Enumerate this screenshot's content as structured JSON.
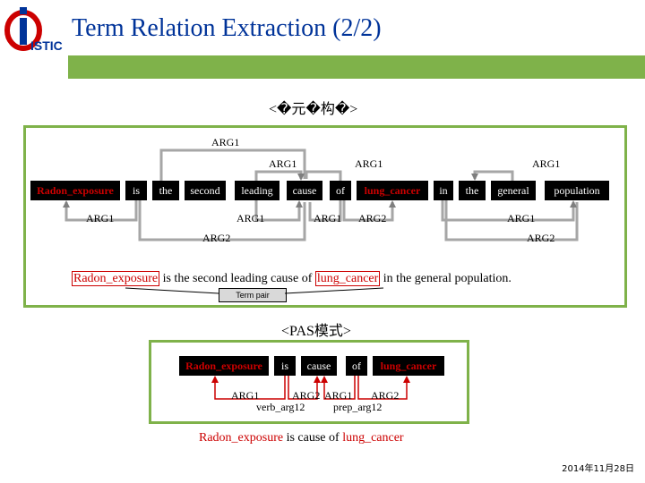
{
  "title": "Term Relation Extraction (2/2)",
  "logo": {
    "text": "ISTIC",
    "color_primary": "#cc0000",
    "color_secondary": "#003399"
  },
  "colors": {
    "accent_green": "#7fb24a",
    "term_red": "#cc0000",
    "title_blue": "#003399"
  },
  "section1": {
    "heading": "<�元�构�>",
    "words": [
      "Radon_exposure",
      "is",
      "the",
      "second",
      "leading",
      "cause",
      "of",
      "lung_cancer",
      "in",
      "the",
      "general",
      "population"
    ],
    "labels": {
      "top_arg1_long": "ARG1",
      "top_arg1_leading": "ARG1",
      "top_arg1_of": "ARG1",
      "top_arg1_general": "ARG1",
      "bottom_arg1_is": "ARG1",
      "bottom_arg1_leading": "ARG1",
      "bottom_arg1_of": "ARG1",
      "bottom_arg2_of": "ARG2",
      "bottom_arg1_in": "ARG1",
      "bottom_arg2_is": "ARG2",
      "bottom_arg2_in": "ARG2"
    },
    "sentence": {
      "term1": "Radon_exposure",
      "mid": " is the second leading cause of ",
      "term2": "lung_cancer",
      "end": " in the general population."
    },
    "term_pair": "Term pair"
  },
  "section2": {
    "heading": "<PAS模式>",
    "words": [
      "Radon_exposure",
      "is",
      "cause",
      "of",
      "lung_cancer"
    ],
    "labels": {
      "arg1_a": "ARG1",
      "arg2_a": "ARG2",
      "arg1_b": "ARG1",
      "arg2_b": "ARG2",
      "verb": "verb_arg12",
      "prep": "prep_arg12"
    },
    "sentence": {
      "term1": "Radon_exposure",
      "mid": " is cause of ",
      "term2": "lung_cancer"
    }
  },
  "date": "2014年11月28日"
}
